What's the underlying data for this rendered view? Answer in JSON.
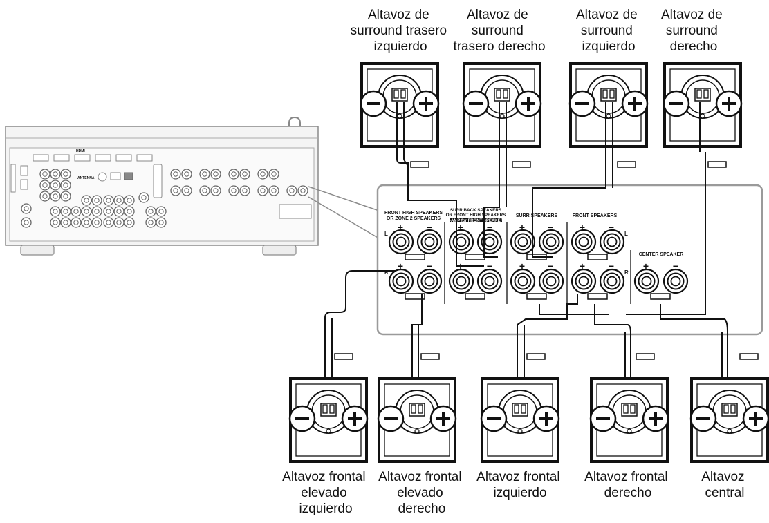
{
  "speakers_top": [
    {
      "line1": "Altavoz de",
      "line2": "surround trasero",
      "line3": "izquierdo"
    },
    {
      "line1": "Altavoz de",
      "line2": "surround",
      "line3": "trasero derecho"
    },
    {
      "line1": "Altavoz de",
      "line2": "surround",
      "line3": "izquierdo"
    },
    {
      "line1": "Altavoz de",
      "line2": "surround",
      "line3": "derecho"
    }
  ],
  "speakers_bottom": [
    {
      "line1": "Altavoz frontal",
      "line2": "elevado",
      "line3": "izquierdo"
    },
    {
      "line1": "Altavoz frontal",
      "line2": "elevado",
      "line3": "derecho"
    },
    {
      "line1": "Altavoz frontal",
      "line2": "izquierdo"
    },
    {
      "line1": "Altavoz frontal",
      "line2": "derecho"
    },
    {
      "line1": "Altavoz",
      "line2": "central"
    }
  ],
  "panel": {
    "front_high_1": "FRONT HIGH SPEAKERS",
    "front_high_2": "OR ZONE 2 SPEAKERS",
    "surr_back_1": "SURR BACK SPEAKERS",
    "surr_back_2": "OR FRONT HIGH SPEAKERS",
    "surr_back_3": "BI-AMP for FRONT SPEAKERS",
    "surr": "SURR SPEAKERS",
    "front": "FRONT SPEAKERS",
    "center": "CENTER SPEAKER",
    "plus": "+",
    "minus": "−",
    "L": "L",
    "R": "R"
  },
  "receiver": {
    "hdmi": "HDMI",
    "antenna": "ANTENNA"
  },
  "colors": {
    "ink": "#111111",
    "panel_border": "#9a9a9a",
    "receiver_fill": "#f4f4f4",
    "receiver_stroke": "#8a8a8a"
  }
}
